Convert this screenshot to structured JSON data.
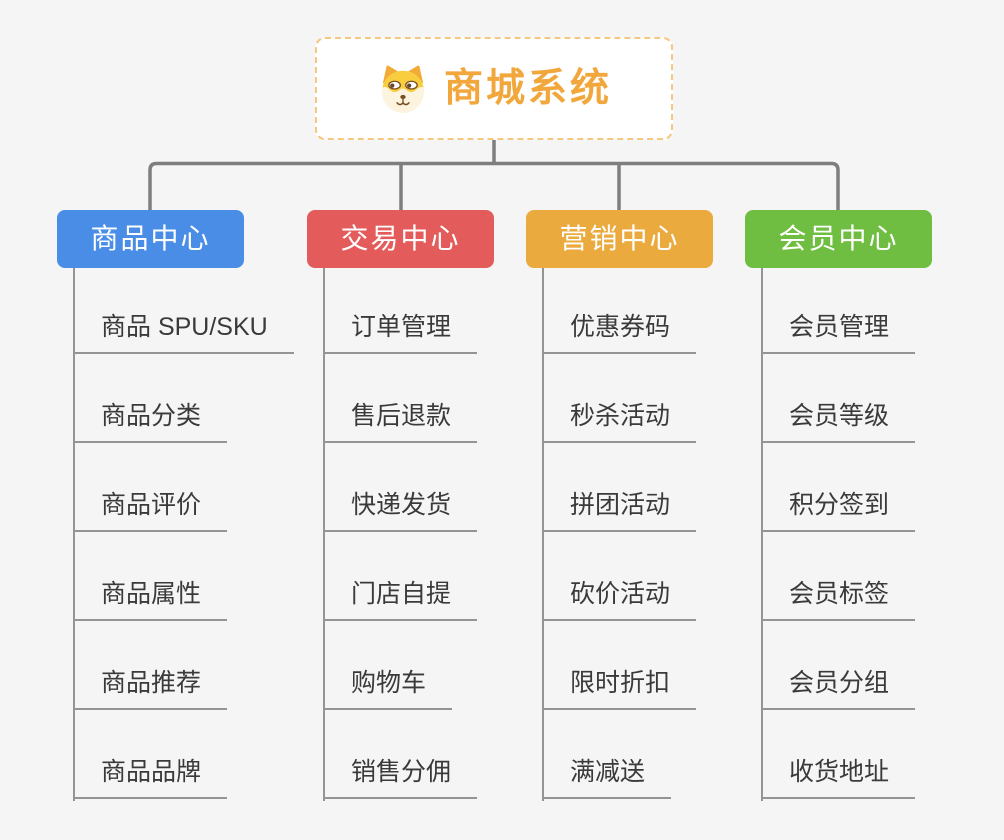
{
  "root": {
    "title": "商城系统",
    "icon": "dog-face-icon"
  },
  "branches": [
    {
      "label": "商品中心",
      "color": "#4a8de6",
      "items": [
        "商品 SPU/SKU",
        "商品分类",
        "商品评价",
        "商品属性",
        "商品推荐",
        "商品品牌"
      ]
    },
    {
      "label": "交易中心",
      "color": "#e35c5b",
      "items": [
        "订单管理",
        "售后退款",
        "快递发货",
        "门店自提",
        "购物车",
        "销售分佣"
      ]
    },
    {
      "label": "营销中心",
      "color": "#eaaa3e",
      "items": [
        "优惠券码",
        "秒杀活动",
        "拼团活动",
        "砍价活动",
        "限时折扣",
        "满减送"
      ]
    },
    {
      "label": "会员中心",
      "color": "#70be41",
      "items": [
        "会员管理",
        "会员等级",
        "积分签到",
        "会员标签",
        "会员分组",
        "收货地址"
      ]
    }
  ],
  "colors": {
    "background": "#f5f5f6",
    "connector": "#7e7e7e",
    "branch_line": "#949494",
    "item_text": "#3a3a3a",
    "root_text": "#f1a73c",
    "root_border": "#f6c77f",
    "dog_yellow": "#f8cd3e",
    "dog_cream": "#fdf4df",
    "dog_brown": "#7a4f22"
  }
}
